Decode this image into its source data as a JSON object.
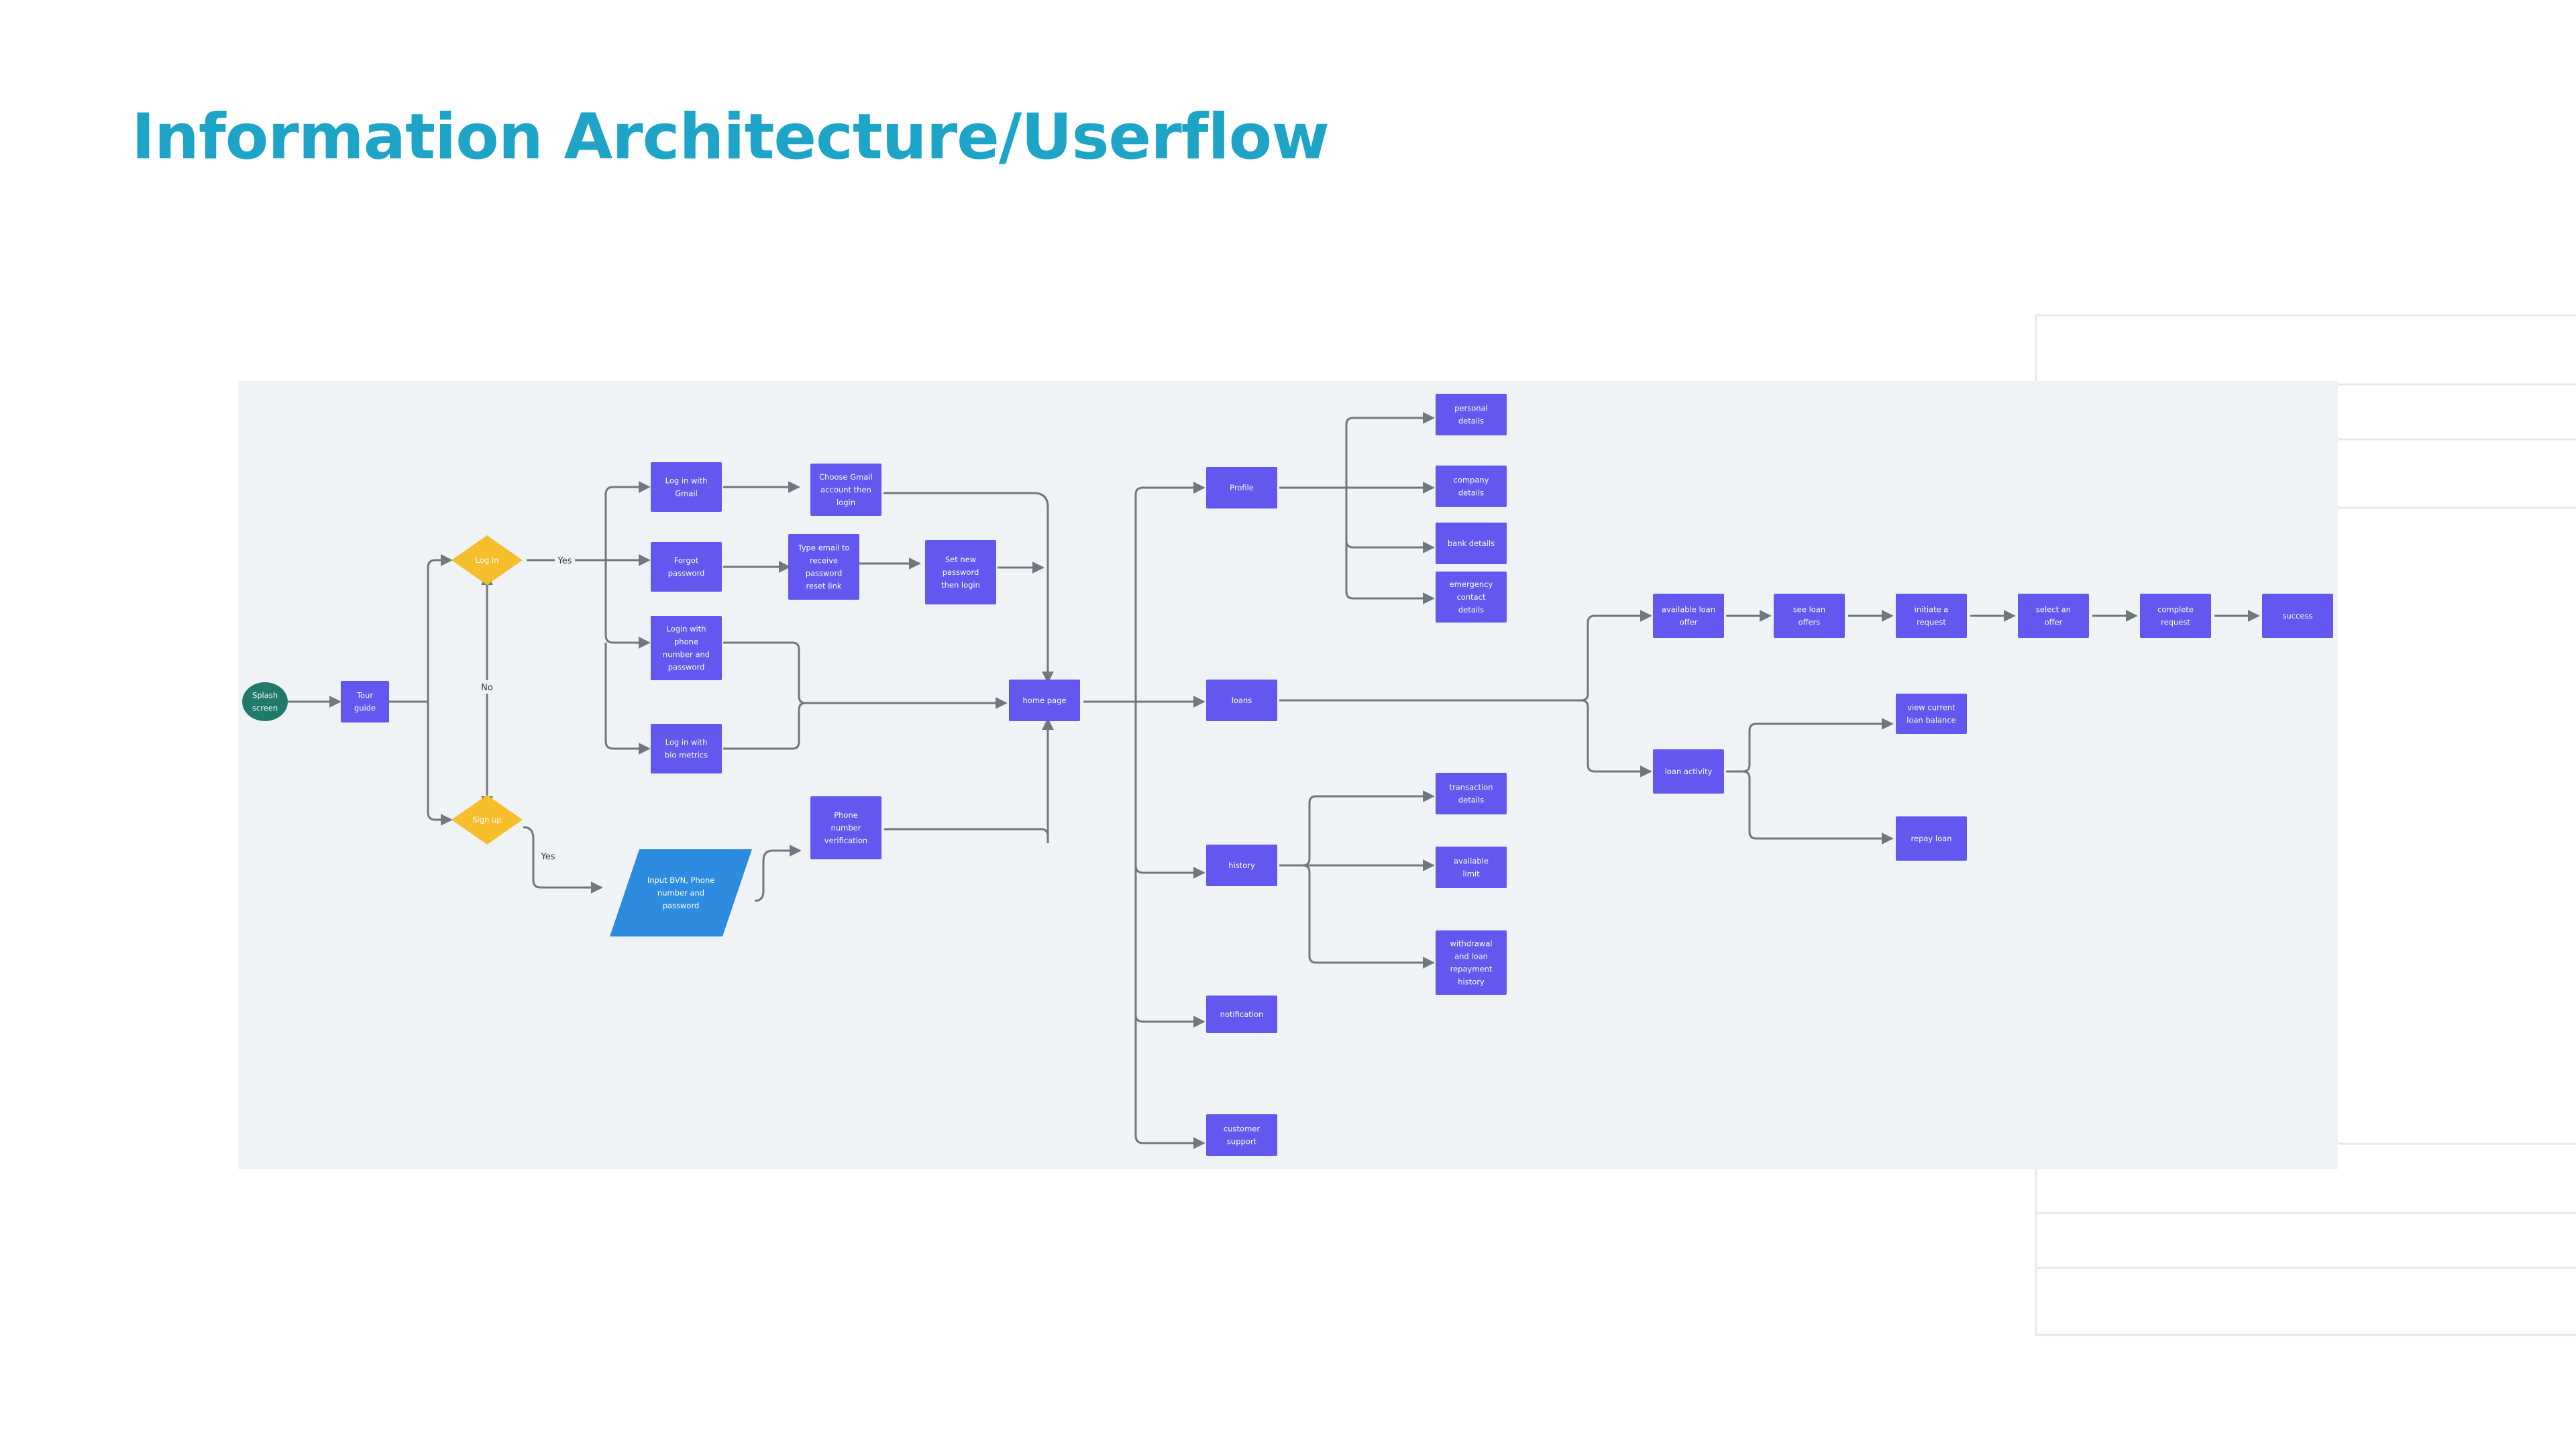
{
  "title": "Information Architecture/Userflow",
  "colors": {
    "title": "#1ea4c6",
    "process": "#6257ee",
    "decision": "#f7be2c",
    "start": "#1f7a6b",
    "input": "#2d8ce0",
    "edge": "#6f7780",
    "canvas": "#f0f3f6"
  },
  "nodes": {
    "splash": [
      "Splash",
      "screen"
    ],
    "tour": [
      "Tour",
      "guide"
    ],
    "login": [
      "Log in"
    ],
    "signup": [
      "Sign up"
    ],
    "gmail": [
      "Log in with",
      "Gmail"
    ],
    "forgot": [
      "Forgot",
      "password"
    ],
    "phonelogin": [
      "Login with",
      "phone",
      "number and",
      "password"
    ],
    "bio": [
      "Log in with",
      "bio metrics"
    ],
    "choosegmail": [
      "Choose Gmail",
      "account then",
      "login"
    ],
    "typeemail": [
      "Type email to",
      "receive",
      "password",
      "reset link"
    ],
    "setnew": [
      "Set new",
      "password",
      "then login"
    ],
    "inputbvn": [
      "Input BVN, Phone",
      "number and",
      "password"
    ],
    "phoneverif": [
      "Phone",
      "number",
      "verification"
    ],
    "home": [
      "home page"
    ],
    "profile": [
      "Profile"
    ],
    "loans": [
      "loans"
    ],
    "history": [
      "history"
    ],
    "notification": [
      "notification"
    ],
    "support": [
      "customer",
      "support"
    ],
    "personal": [
      "personal",
      "details"
    ],
    "company": [
      "company",
      "details"
    ],
    "bank": [
      "bank details"
    ],
    "emergency": [
      "emergency",
      "contact",
      "details"
    ],
    "transaction": [
      "transaction",
      "details"
    ],
    "availlimit": [
      "available",
      "limit"
    ],
    "withdrawal": [
      "withdrawal",
      "and loan",
      "repayment",
      "history"
    ],
    "availoffer": [
      "available loan",
      "offer"
    ],
    "seeoffers": [
      "see loan",
      "offers"
    ],
    "initiate": [
      "initiate a",
      "request"
    ],
    "selectoffer": [
      "select an",
      "offer"
    ],
    "complete": [
      "complete",
      "request"
    ],
    "success": [
      "success"
    ],
    "loanactivity": [
      "loan activity"
    ],
    "viewbalance": [
      "view current",
      "loan balance"
    ],
    "repay": [
      "repay loan"
    ]
  },
  "edge_labels": {
    "yes_login": "Yes",
    "no": "No",
    "yes_signup": "Yes"
  }
}
